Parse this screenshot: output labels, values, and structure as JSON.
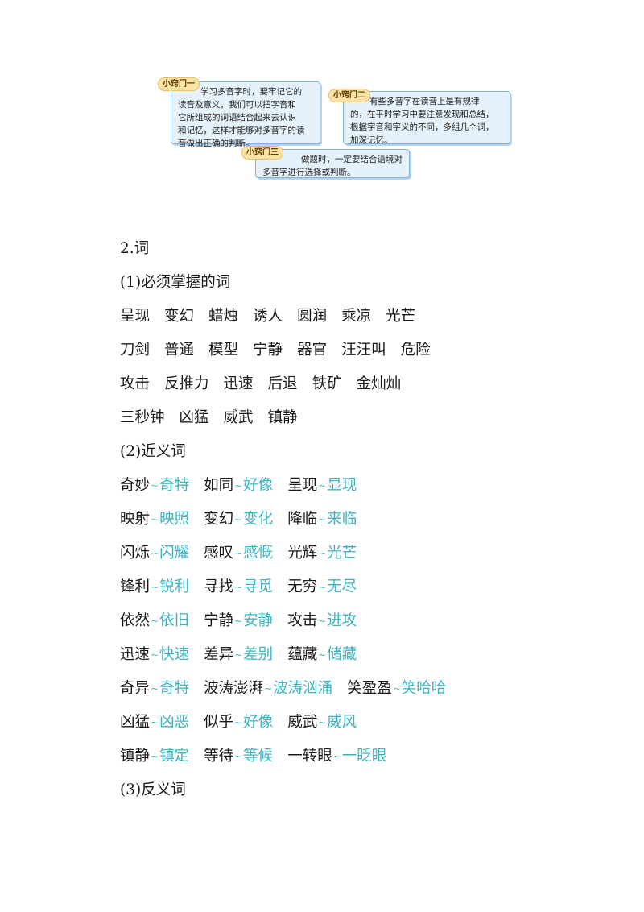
{
  "tips": [
    {
      "label": "小窍门一",
      "lines": [
        "学习多音字时，要牢记它的",
        "读音及意义，我们可以把字音和",
        "它所组成的词语结合起来去认识",
        "和记忆，这样才能够对多音字的读",
        "音做出正确的判断。"
      ]
    },
    {
      "label": "小窍门二",
      "lines": [
        "有些多音字在读音上是有规律",
        "的，在平时学习中要注意发现和总结，",
        "根据字音和字义的不同，多组几个词，",
        "加深记忆。"
      ]
    },
    {
      "label": "小窍门三",
      "lines": [
        "做题时，一定要结合语境对",
        "多音字进行选择或判断。"
      ]
    }
  ],
  "section_title": "2.词",
  "sub1_title": "(1)必须掌握的词",
  "must_words": [
    [
      "呈现",
      "变幻",
      "蜡烛",
      "诱人",
      "圆润",
      "乘凉",
      "光芒"
    ],
    [
      "刀剑",
      "普通",
      "模型",
      "宁静",
      "器官",
      "汪汪叫",
      "危险"
    ],
    [
      "攻击",
      "反推力",
      "迅速",
      "后退",
      "铁矿",
      "金灿灿"
    ],
    [
      "三秒钟",
      "凶猛",
      "威武",
      "镇静"
    ]
  ],
  "sub2_title": "(2)近义词",
  "tilde": "~",
  "synonyms": [
    [
      [
        "奇妙",
        "奇特"
      ],
      [
        "如同",
        "好像"
      ],
      [
        "呈现",
        "显现"
      ]
    ],
    [
      [
        "映射",
        "映照"
      ],
      [
        "变幻",
        "变化"
      ],
      [
        "降临",
        "来临"
      ]
    ],
    [
      [
        "闪烁",
        "闪耀"
      ],
      [
        "感叹",
        "感慨"
      ],
      [
        "光辉",
        "光芒"
      ]
    ],
    [
      [
        "锋利",
        "锐利"
      ],
      [
        "寻找",
        "寻觅"
      ],
      [
        "无穷",
        "无尽"
      ]
    ],
    [
      [
        "依然",
        "依旧"
      ],
      [
        "宁静",
        "安静"
      ],
      [
        "攻击",
        "进攻"
      ]
    ],
    [
      [
        "迅速",
        "快速"
      ],
      [
        "差异",
        "差别"
      ],
      [
        "蕴藏",
        "储藏"
      ]
    ],
    [
      [
        "奇异",
        "奇特"
      ],
      [
        "波涛澎湃",
        "波涛汹涌"
      ],
      [
        "笑盈盈",
        "笑哈哈"
      ]
    ],
    [
      [
        "凶猛",
        "凶恶"
      ],
      [
        "似乎",
        "好像"
      ],
      [
        "威武",
        "威风"
      ]
    ],
    [
      [
        "镇静",
        "镇定"
      ],
      [
        "等待",
        "等候"
      ],
      [
        "一转眼",
        "一眨眼"
      ]
    ]
  ],
  "sub3_title": "(3)反义词"
}
